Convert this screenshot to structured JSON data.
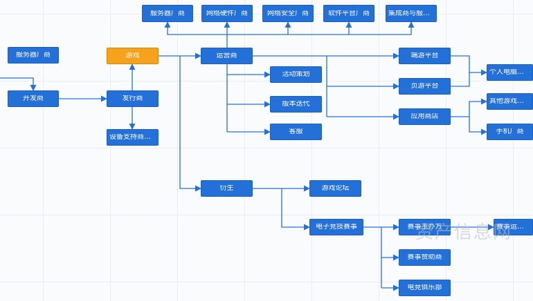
{
  "nodes": {
    "server_vendor_top": "服务器厂商",
    "network_hw_vendor": "网络硬件厂商",
    "net_security_vendor": "网络安全厂商",
    "software_platform_vendor": "软件平台厂商",
    "integrator_server": "集成商与服务器商",
    "server_vendor_left": "服务器厂商",
    "developer": "开发商",
    "game": "游戏",
    "publisher": "发行商",
    "device_support": "设备支持商（仅...",
    "operator": "运营商",
    "event_planning": "活动策划",
    "version_iteration": "版本迭代",
    "customer_service": "客服",
    "derivative": "衍生",
    "game_forum": "游戏论坛",
    "esports": "电子竞技赛事",
    "client_platform": "端游平台",
    "web_platform": "页游平台",
    "app_store": "应用商店",
    "pc_vendor": "个人电脑厂商",
    "other_game_device": "其他游戏终端厂商",
    "phone_vendor": "手机厂商",
    "event_organizer": "赛事主办方",
    "event_sponsor": "赛事赞助商",
    "esports_club": "电竞俱乐部",
    "event_operator": "赛事运营方"
  },
  "watermark": "资产信息网",
  "colors": {
    "node_fill": "#2470d9",
    "root_fill": "#f7a21b",
    "edge": "#2470d9",
    "grid": "#e9edf2"
  }
}
